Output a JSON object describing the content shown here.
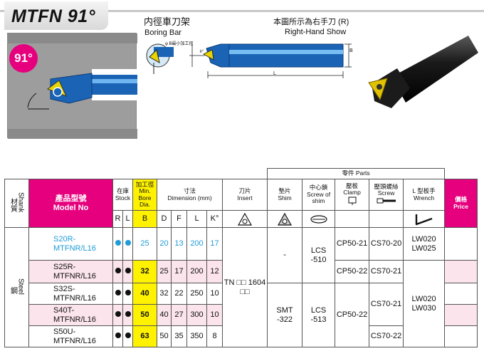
{
  "header": {
    "title": "MTFN 91°",
    "name_zh": "内徑車刀架",
    "name_en": "Boring Bar",
    "note_zh": "本圖所示為右手刀 (R)",
    "note_en": "Right-Hand Show",
    "badge": "91°",
    "dim_label_b": "B",
    "dim_label_l": "L",
    "dim_label_k": "k°",
    "tiny_caption": "φ B最小加工徑"
  },
  "table": {
    "parts_group": "零件 Parts",
    "columns": {
      "shank": "Shank",
      "shank_zh": "材質",
      "model_zh": "產品型號",
      "model_en": "Model No",
      "stock_zh": "在庫",
      "stock_en": "Stock",
      "bore_zh": "加工徑",
      "bore_en": "Min. Bore Dia.",
      "dim_zh": "寸法",
      "dim_en": "Dimension (mm)",
      "insert_zh": "刀片",
      "insert_en": "Insert",
      "shim_zh": "墊片",
      "shim_en": "Shim",
      "screw_shim_zh": "中心鎖",
      "screw_shim_en": "Screw of shim",
      "clamp_zh": "壓板",
      "clamp_en": "Clamp",
      "screw_zh": "壓頭螺絲",
      "screw_en": "Screw",
      "wrench_zh": "L 型板手",
      "wrench_en": "Wrench",
      "price_zh": "價格",
      "price_en": "Price"
    },
    "sub": {
      "r": "R",
      "l": "L",
      "b": "B",
      "d": "D",
      "f": "F",
      "len": "L",
      "k": "K°"
    },
    "material": "Steel",
    "material_zh": "鋼",
    "rows": [
      {
        "model": "S20R-MTFNR/L16",
        "b": "25",
        "d": "20",
        "f": "13",
        "l": "200",
        "k": "17"
      },
      {
        "model": "S25R-MTFNR/L16",
        "b": "32",
        "d": "25",
        "f": "17",
        "l": "200",
        "k": "12"
      },
      {
        "model": "S32S-MTFNR/L16",
        "b": "40",
        "d": "32",
        "f": "22",
        "l": "250",
        "k": "10"
      },
      {
        "model": "S40T-MTFNR/L16",
        "b": "50",
        "d": "40",
        "f": "27",
        "l": "300",
        "k": "10"
      },
      {
        "model": "S50U-MTFNR/L16",
        "b": "63",
        "d": "50",
        "f": "35",
        "l": "350",
        "k": "8"
      }
    ],
    "insert": "TN □□ 1604 □□",
    "shim_a": "-",
    "shim_b": "SMT -322",
    "screw_shim_a": "LCS -510",
    "screw_shim_b": "LCS -513",
    "clamp_a": "CP50-21",
    "clamp_b": "CP50-22",
    "clamp_c": "CP50-22",
    "screw_a": "CS70-20",
    "screw_b": "CS70-21",
    "screw_c": "CS70-21",
    "screw_d": "CS70-22",
    "wrench_a": "LW020 LW025",
    "wrench_b": "LW020 LW030"
  }
}
